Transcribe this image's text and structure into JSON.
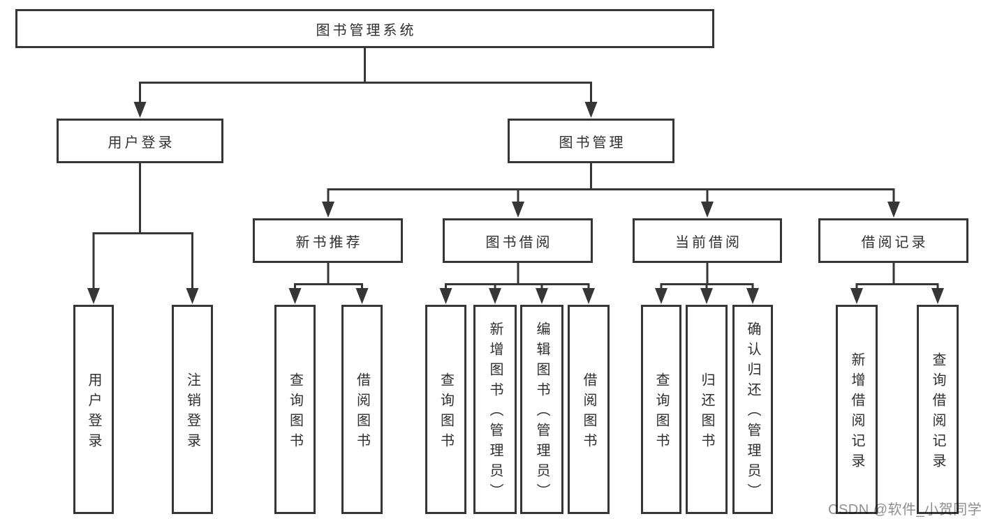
{
  "diagram_title": "图书管理系统",
  "nodes": {
    "root": "图书管理系统",
    "user_login": "用户登录",
    "book_management": "图书管理",
    "new_book_recommend": "新书推荐",
    "book_borrow": "图书借阅",
    "current_borrow": "当前借阅",
    "borrow_records": "借阅记录",
    "leaf_user_login": "用户登录",
    "leaf_logout": "注销登录",
    "leaf_query_book_1": "查询图书",
    "leaf_borrow_book_1": "借阅图书",
    "leaf_query_book_2": "查询图书",
    "leaf_add_book_admin": "新增图书（管理员）",
    "leaf_edit_book_admin": "编辑图书（管理员）",
    "leaf_borrow_book_2": "借阅图书",
    "leaf_query_book_3": "查询图书",
    "leaf_return_book": "归还图书",
    "leaf_confirm_return_admin": "确认归还（管理员）",
    "leaf_add_borrow_record": "新增借阅记录",
    "leaf_query_borrow_record": "查询借阅记录"
  },
  "hierarchy": {
    "图书管理系统": {
      "用户登录": [
        "用户登录",
        "注销登录"
      ],
      "图书管理": {
        "新书推荐": [
          "查询图书",
          "借阅图书"
        ],
        "图书借阅": [
          "查询图书",
          "新增图书（管理员）",
          "编辑图书（管理员）",
          "借阅图书"
        ],
        "当前借阅": [
          "查询图书",
          "归还图书",
          "确认归还（管理员）"
        ],
        "借阅记录": [
          "新增借阅记录",
          "查询借阅记录"
        ]
      }
    }
  },
  "watermark": "CSDN @软件_小贺同学",
  "colors": {
    "line": "#363636",
    "text": "#2f2f2f",
    "box_background": "#ffffff",
    "page_background": "#ffffff",
    "watermark": "#8f8f8f"
  }
}
